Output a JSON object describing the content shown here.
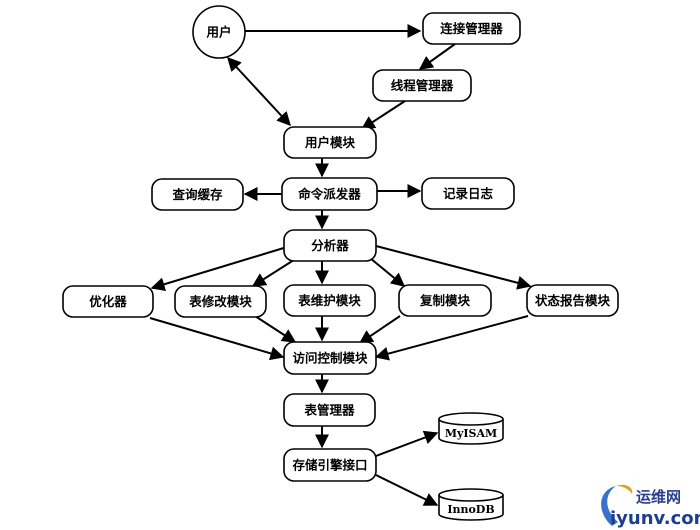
{
  "nodes": {
    "user": "用户",
    "conn_mgr": "连接管理器",
    "thread_mgr": "线程管理器",
    "user_module": "用户模块",
    "cmd_dispatcher": "命令派发器",
    "query_cache": "查询缓存",
    "log_record": "记录日志",
    "parser": "分析器",
    "optimizer": "优化器",
    "table_modify": "表修改模块",
    "table_maintain": "表维护模块",
    "replication": "复制模块",
    "status_report": "状态报告模块",
    "access_control": "访问控制模块",
    "table_mgr": "表管理器",
    "storage_engine": "存储引擎接口",
    "myisam": "MyISAM",
    "innodb": "InnoDB"
  },
  "watermark": {
    "line1": "运维网",
    "line2": "iyunv.com",
    "colors": {
      "blue": "#2a3f8f",
      "gold": "#e0a020"
    }
  }
}
